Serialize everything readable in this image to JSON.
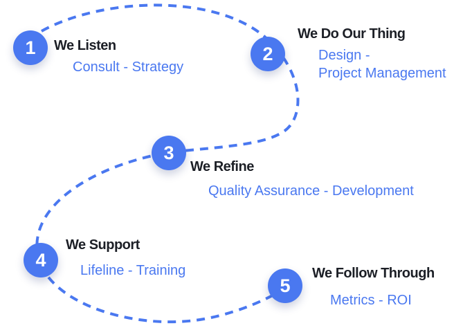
{
  "accent_color": "#4a78f0",
  "steps": [
    {
      "number": "1",
      "title": "We Listen",
      "subtitle": "Consult - Strategy"
    },
    {
      "number": "2",
      "title": "We Do Our Thing",
      "subtitle_lines": [
        "Design -",
        "Project Management"
      ]
    },
    {
      "number": "3",
      "title": "We Refine",
      "subtitle": "Quality Assurance - Development"
    },
    {
      "number": "4",
      "title": "We Support",
      "subtitle": "Lifeline - Training"
    },
    {
      "number": "5",
      "title": "We Follow Through",
      "subtitle": "Metrics - ROI"
    }
  ]
}
